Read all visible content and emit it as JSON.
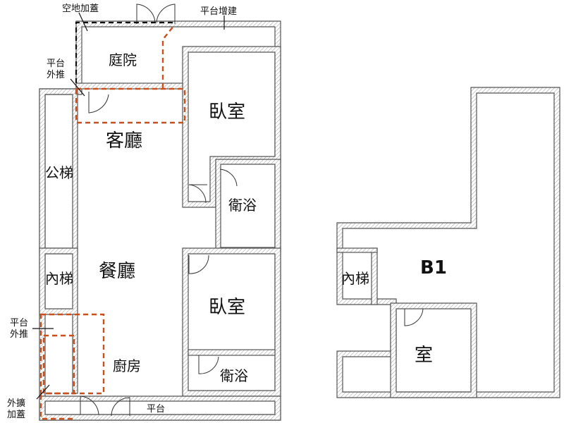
{
  "labels": {
    "courtyard": "庭院",
    "living_room": "客廳",
    "bedroom_top": "臥室",
    "public_stairs": "公梯",
    "bathroom_top": "衛浴",
    "dining_room": "餐廳",
    "internal_stairs_left": "內梯",
    "bedroom_bottom": "臥室",
    "kitchen": "廚房",
    "bathroom_bottom": "衛浴",
    "platform_bottom": "平台",
    "b1_title": "B1",
    "internal_stairs_b1": "內梯",
    "room_b1": "室"
  },
  "annotations": {
    "open_space_roofed": "空地加蓋",
    "platform_addition": "平台增建",
    "platform_push_out_top_line1": "平台",
    "platform_push_out_top_line2": "外推",
    "platform_push_out_bottom_line1": "平台",
    "platform_push_out_bottom_line2": "外推",
    "expansion_roofed_line1": "外擴",
    "expansion_roofed_line2": "加蓋"
  },
  "colors": {
    "wall_stroke": "#555555",
    "illegal_extension": "#c8501e",
    "roof_addition": "#111111"
  }
}
